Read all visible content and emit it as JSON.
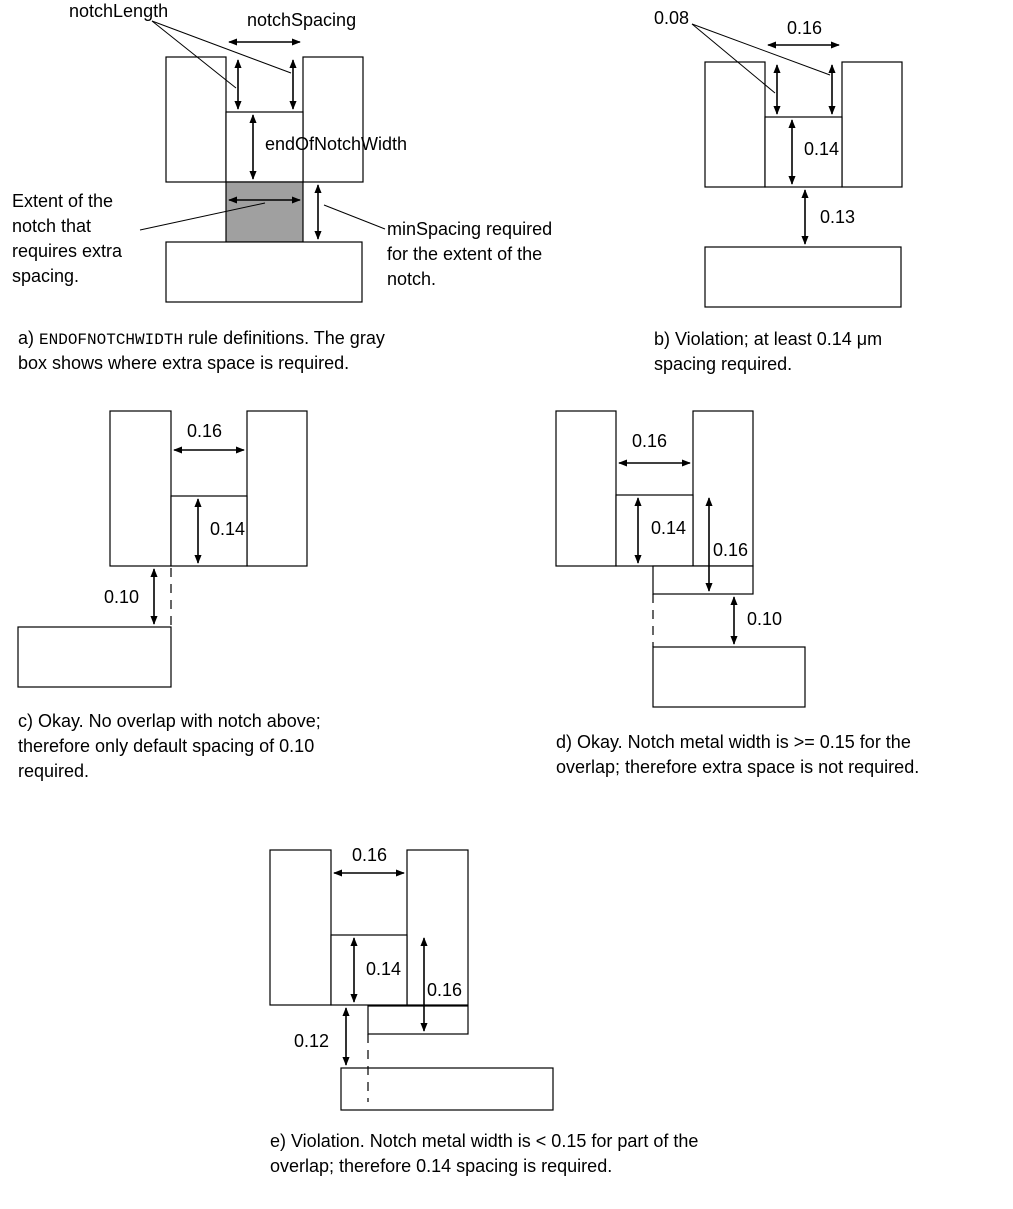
{
  "panel_a": {
    "label_notch_length": "notchLength",
    "label_notch_spacing": "notchSpacing",
    "label_end_of_notch_width": "endOfNotchWidth",
    "label_extent_line1": "Extent of the",
    "label_extent_line2": "notch that",
    "label_extent_line3": "requires extra",
    "label_extent_line4": "spacing.",
    "label_min_spacing_line1": "minSpacing required",
    "label_min_spacing_line2": "for the extent of the",
    "label_min_spacing_line3": "notch.",
    "caption_prefix": "a) ",
    "caption_keyword": "ENDOFNOTCHWIDTH",
    "caption_line1_rest": " rule definitions. The gray",
    "caption_line2": "box shows where extra space is required.",
    "gray_fill": "#a0a0a0"
  },
  "panel_b": {
    "dim_notch_length": "0.08",
    "dim_notch_spacing": "0.16",
    "dim_end_width": "0.14",
    "dim_spacing": "0.13",
    "caption_line1": "b) Violation; at least 0.14 μm",
    "caption_line2": "spacing required."
  },
  "panel_c": {
    "dim_notch_spacing": "0.16",
    "dim_end_width": "0.14",
    "dim_spacing": "0.10",
    "caption_line1": "c) Okay. No overlap with notch above;",
    "caption_line2": "therefore only default spacing of 0.10",
    "caption_line3": "required."
  },
  "panel_d": {
    "dim_notch_spacing": "0.16",
    "dim_end_width": "0.14",
    "dim_metal_width": "0.16",
    "dim_spacing": "0.10",
    "caption_line1": "d) Okay. Notch metal width is >= 0.15 for the",
    "caption_line2": "overlap; therefore extra space is not required."
  },
  "panel_e": {
    "dim_notch_spacing": "0.16",
    "dim_end_width": "0.14",
    "dim_metal_width": "0.16",
    "dim_spacing": "0.12",
    "caption_line1": "e) Violation. Notch metal width is < 0.15 for part of the",
    "caption_line2": "overlap; therefore 0.14 spacing is required."
  }
}
